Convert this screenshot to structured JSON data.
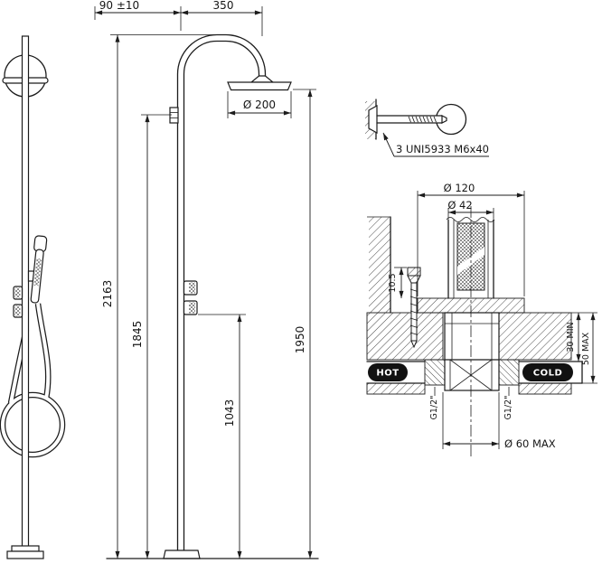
{
  "drawing": {
    "background": "#ffffff",
    "line_color": "#1c1c1c",
    "pill_color": "#111111"
  },
  "side_view": {
    "dim_wall_offset": "90 ±10",
    "dim_arm_reach": "350",
    "dim_head_diameter": "Ø 200",
    "dim_total_height": "2163",
    "dim_hose_outlet_height": "1845",
    "dim_mixer_height": "1043",
    "dim_head_height": "1950"
  },
  "anchor_detail": {
    "callout": "3  UNI5933  M6x40"
  },
  "floor_detail": {
    "dim_escutcheon_diameter": "Ø 120",
    "dim_column_diameter": "Ø 42",
    "dim_screw_protrusion": "10.5",
    "label_hot": "HOT",
    "label_cold": "COLD",
    "thread_hot": "G1/2\"",
    "thread_cold": "G1/2\"",
    "dim_depth_min": "30 MIN",
    "dim_depth_max": "50 MAX",
    "dim_hole_max": "Ø 60 MAX"
  }
}
